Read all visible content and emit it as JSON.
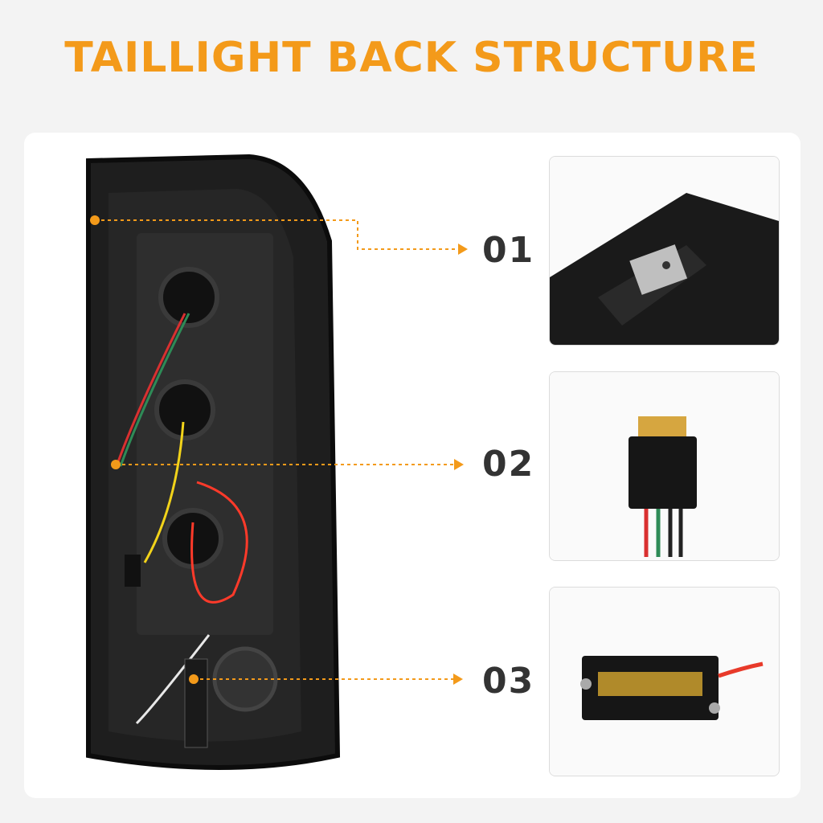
{
  "title": "TAILLIGHT BACK STRUCTURE",
  "callouts": [
    {
      "label": "01",
      "icon": "mounting-clip"
    },
    {
      "label": "02",
      "icon": "wire-connector"
    },
    {
      "label": "03",
      "icon": "load-resistor"
    }
  ],
  "colors": {
    "accent": "#f39a1a",
    "text": "#333333",
    "background": "#f3f3f3"
  }
}
